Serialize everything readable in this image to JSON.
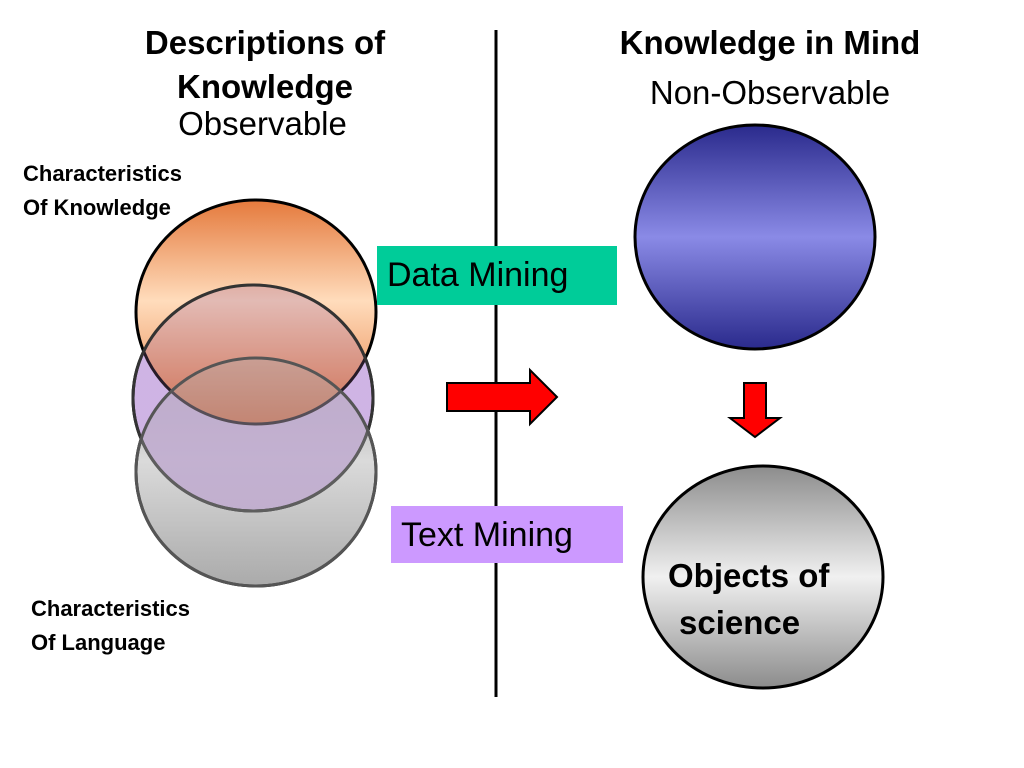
{
  "left": {
    "title_line1": "Descriptions of",
    "title_line2": "Knowledge",
    "subtitle": "Observable",
    "label_knowledge_line1": "Characteristics",
    "label_knowledge_line2": "Of Knowledge",
    "label_language_line1": "Characteristics",
    "label_language_line2": "Of Language"
  },
  "right": {
    "title": "Knowledge in Mind",
    "subtitle": "Non-Observable",
    "objects_line1": "Objects of",
    "objects_line2": "science"
  },
  "boxes": {
    "data_mining": "Data Mining",
    "text_mining": "Text Mining"
  },
  "colors": {
    "data_mining_bg": "#00cc99",
    "text_mining_bg": "#cc99ff",
    "arrow_red": "#ff0000"
  }
}
